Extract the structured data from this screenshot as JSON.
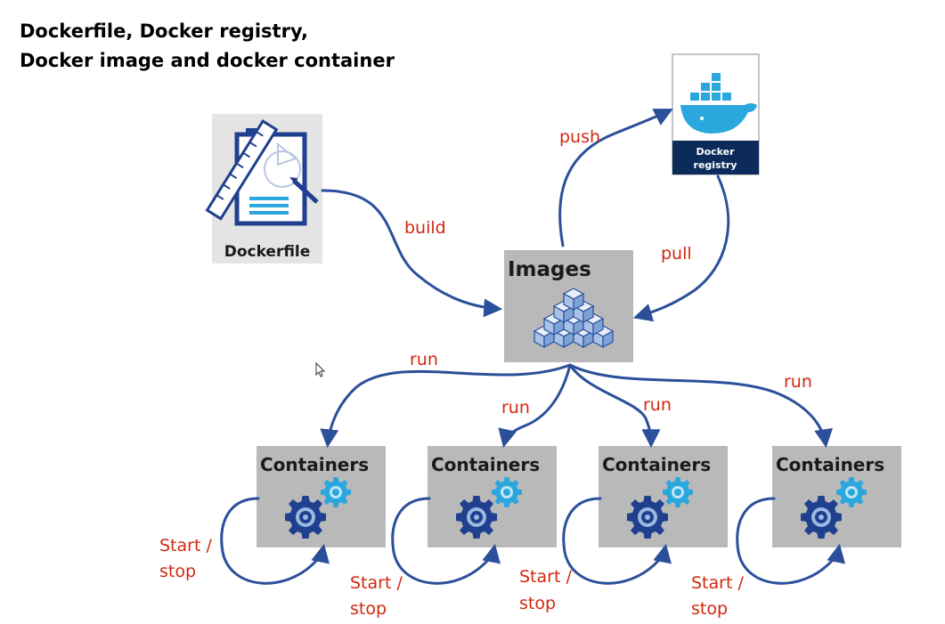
{
  "title": {
    "line1": "Dockerfile, Docker registry,",
    "line2": "Docker image and docker container"
  },
  "nodes": {
    "dockerfile": "Dockerfile",
    "registry_line1": "Docker",
    "registry_line2": "registry",
    "images": "Images",
    "containers": [
      "Containers",
      "Containers",
      "Containers",
      "Containers"
    ]
  },
  "edges": {
    "build": "build",
    "push": "push",
    "pull": "pull",
    "run": [
      "run",
      "run",
      "run",
      "run"
    ],
    "start_stop_line1": [
      "Start /",
      "Start /",
      "Start /",
      "Start /"
    ],
    "start_stop_line2": [
      "stop",
      "stop",
      "stop",
      "stop"
    ]
  },
  "colors": {
    "arrow": "#2b4f9a",
    "label": "#d2280f",
    "box": "#b9b9b9",
    "registry_band": "#0c2b5b",
    "gear_dark": "#1f3f8f",
    "gear_light": "#2aa7dd"
  },
  "icons": [
    "dockerfile-icon",
    "docker-whale-icon",
    "cubes-icon",
    "gear-icon"
  ]
}
